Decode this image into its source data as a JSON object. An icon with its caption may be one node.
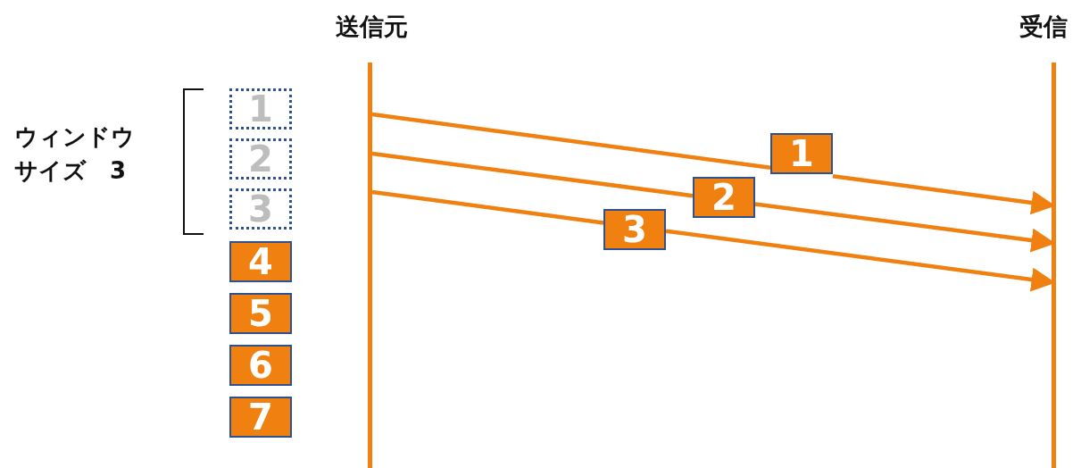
{
  "diagram": {
    "nodes": [
      {
        "text": [
          "送信元"
        ]
      },
      {
        "text": [
          "受信"
        ]
      },
      {
        "text": [
          "1"
        ]
      },
      {
        "text": [
          "2"
        ]
      },
      {
        "text": [
          "3"
        ]
      },
      {
        "text": [
          "4"
        ]
      },
      {
        "text": [
          "5"
        ]
      },
      {
        "text": [
          "6"
        ]
      },
      {
        "text": [
          "7"
        ]
      },
      {
        "text": [
          "1"
        ]
      },
      {
        "text": [
          "2"
        ]
      },
      {
        "text": [
          "3"
        ]
      }
    ],
    "edges": [
      {
        "from": 0,
        "to": 9,
        "arrow": "none"
      },
      {
        "from": 9,
        "to": 1,
        "arrow": "to"
      },
      {
        "from": 0,
        "to": 10,
        "arrow": "none"
      },
      {
        "from": 10,
        "to": 1,
        "arrow": "to"
      },
      {
        "from": 0,
        "to": 11,
        "arrow": "none"
      },
      {
        "from": 11,
        "to": 1,
        "arrow": "to"
      }
    ],
    "labels": [
      "ウィンドウサイズ　3"
    ]
  }
}
